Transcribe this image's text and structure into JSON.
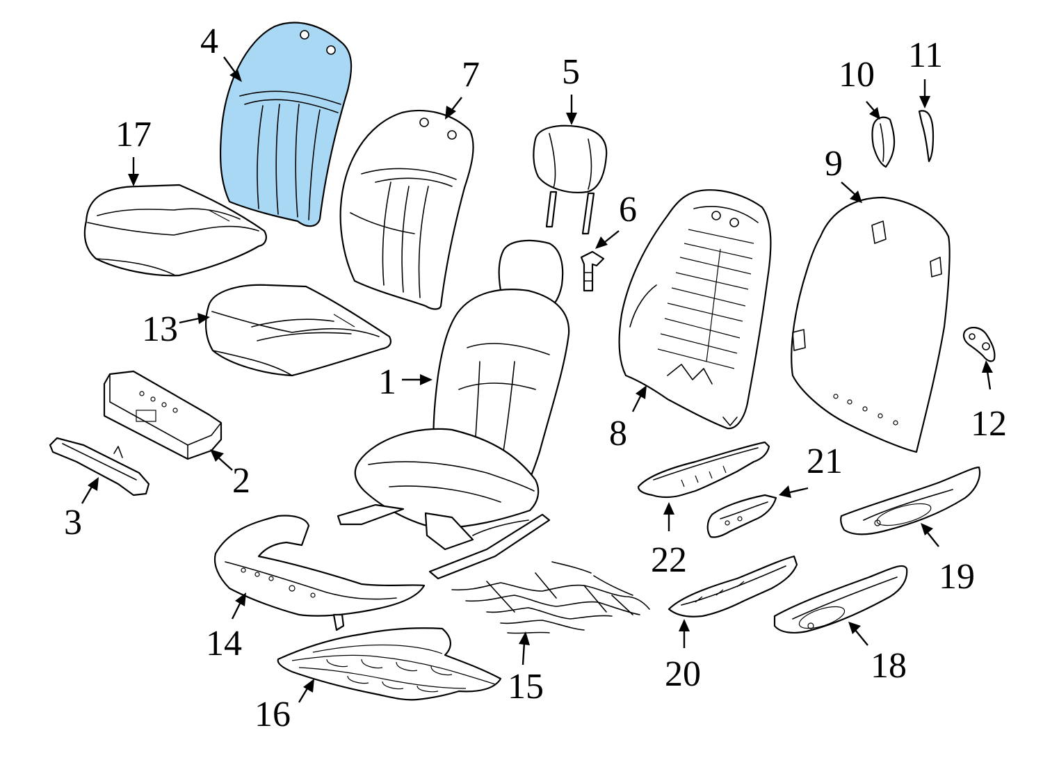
{
  "diagram": {
    "highlight_color": "#a8d8f4",
    "highlighted_part": "4",
    "callouts": [
      {
        "id": "c1",
        "label": "1"
      },
      {
        "id": "c2",
        "label": "2"
      },
      {
        "id": "c3",
        "label": "3"
      },
      {
        "id": "c4",
        "label": "4"
      },
      {
        "id": "c5",
        "label": "5"
      },
      {
        "id": "c6",
        "label": "6"
      },
      {
        "id": "c7",
        "label": "7"
      },
      {
        "id": "c8",
        "label": "8"
      },
      {
        "id": "c9",
        "label": "9"
      },
      {
        "id": "c10",
        "label": "10"
      },
      {
        "id": "c11",
        "label": "11"
      },
      {
        "id": "c12",
        "label": "12"
      },
      {
        "id": "c13",
        "label": "13"
      },
      {
        "id": "c14",
        "label": "14"
      },
      {
        "id": "c15",
        "label": "15"
      },
      {
        "id": "c16",
        "label": "16"
      },
      {
        "id": "c17",
        "label": "17"
      },
      {
        "id": "c18",
        "label": "18"
      },
      {
        "id": "c19",
        "label": "19"
      },
      {
        "id": "c20",
        "label": "20"
      },
      {
        "id": "c21",
        "label": "21"
      },
      {
        "id": "c22",
        "label": "22"
      }
    ]
  }
}
